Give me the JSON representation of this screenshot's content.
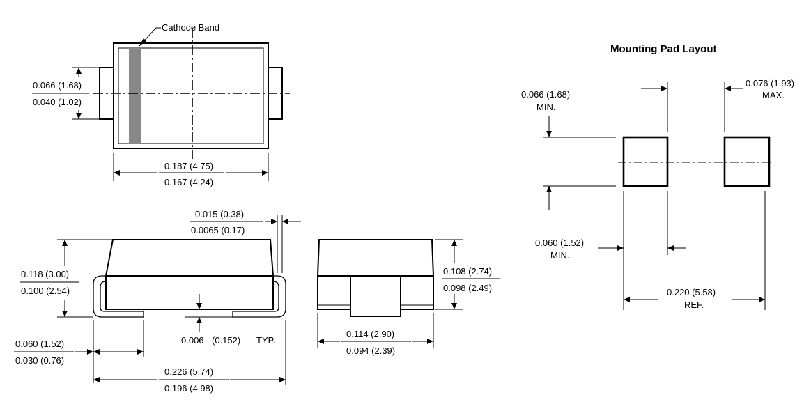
{
  "top_view": {
    "cathode_label": "Cathode Band",
    "height_max": "0.066 (1.68)",
    "height_min": "0.040 (1.02)",
    "length_max": "0.187 (4.75)",
    "length_min": "0.167 (4.24)",
    "band_color": "#888888"
  },
  "side_view": {
    "lead_thk_max": "0.015 (0.38)",
    "lead_thk_min": "0.0065 (0.17)",
    "height_max": "0.118 (3.00)",
    "height_min": "0.100 (2.54)",
    "standoff": "0.006",
    "standoff_mm": "(0.152)",
    "standoff_note": "TYP.",
    "lead_len_max": "0.060 (1.52)",
    "lead_len_min": "0.030 (0.76)",
    "overall_max": "0.226 (5.74)",
    "overall_min": "0.196 (4.98)"
  },
  "end_view": {
    "height_max": "0.108 (2.74)",
    "height_min": "0.098 (2.49)",
    "width_max": "0.114 (2.90)",
    "width_min": "0.094 (2.39)"
  },
  "mounting_pad": {
    "title": "Mounting Pad Layout",
    "pad_height": "0.066 (1.68)",
    "pad_height_note": "MIN.",
    "pad_width": "0.076 (1.93)",
    "pad_width_note": "MAX.",
    "gap": "0.060 (1.52)",
    "gap_note": "MIN.",
    "span": "0.220 (5.58)",
    "span_note": "REF."
  }
}
